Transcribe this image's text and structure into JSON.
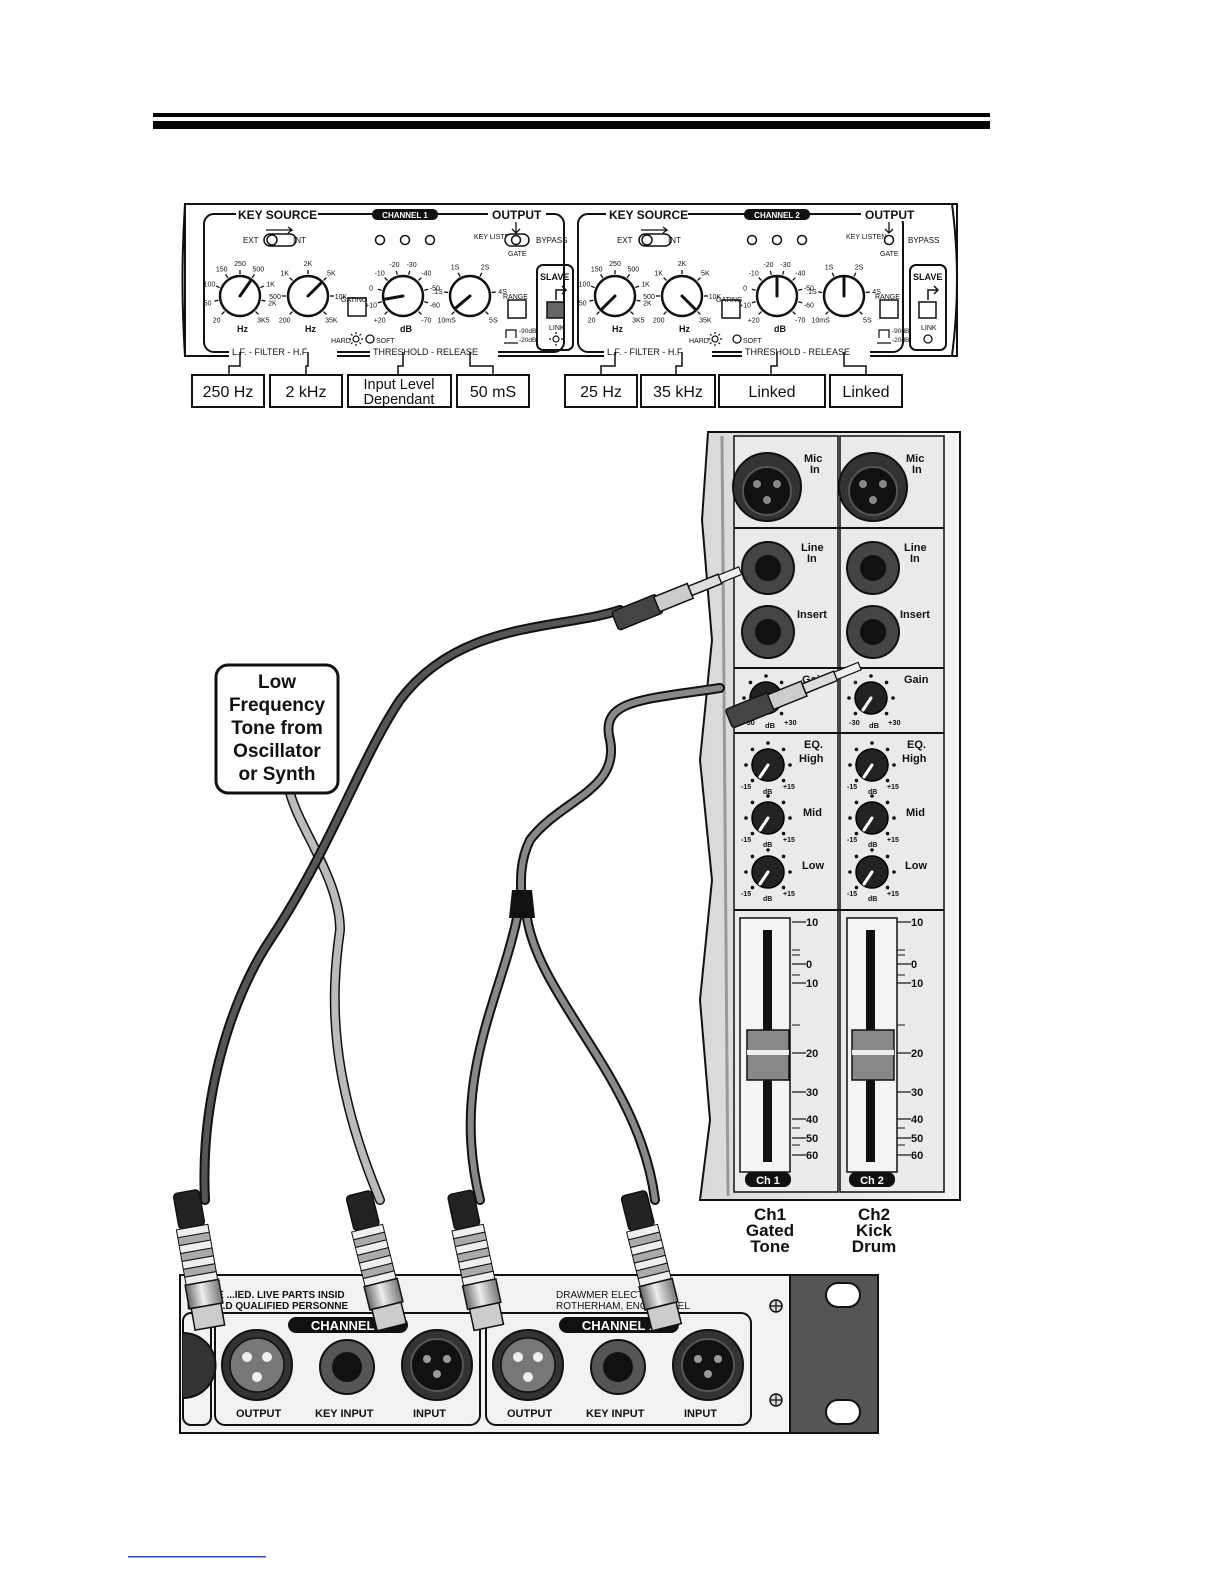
{
  "front_panel": {
    "ch1": {
      "title": "CHANNEL 1",
      "key_source": "KEY SOURCE",
      "output": "OUTPUT",
      "ext": "EXT",
      "int": "INT",
      "key_listen": "KEY LISTEN",
      "bypass": "BYPASS",
      "gate": "GATE",
      "gating": "GATING",
      "range": "RANGE",
      "slave": "SLAVE",
      "link": "LINK",
      "hard": "HARD",
      "soft": "SOFT",
      "hz": "Hz",
      "db": "dB",
      "filter_label": "L.F. - FILTER - H.F.",
      "thr_label": "THRESHOLD - RELEASE",
      "range_90": "-90dB",
      "range_20": "-20dB",
      "lf_scale": [
        "20",
        "50",
        "100",
        "150",
        "250",
        "500",
        "1K",
        "2K",
        "3K5"
      ],
      "hf_scale": [
        "200",
        "500",
        "1K",
        "2K",
        "5K",
        "10K",
        "35K"
      ],
      "thr_scale": [
        "+20",
        "+10",
        "0",
        "-10",
        "-20",
        "-30",
        "-40",
        "-50",
        "-60",
        "-70"
      ],
      "rel_scale": [
        "10mS",
        ".1S",
        "1S",
        "2S",
        "4S",
        "5S"
      ]
    },
    "ch2": {
      "title": "CHANNEL 2"
    }
  },
  "settings": {
    "ch1_lf": "250 Hz",
    "ch1_hf": "2 kHz",
    "ch1_threshold_1": "Input Level",
    "ch1_threshold_2": "Dependant",
    "ch1_release": "50 mS",
    "ch2_lf": "25 Hz",
    "ch2_hf": "35 kHz",
    "ch2_threshold": "Linked",
    "ch2_release": "Linked"
  },
  "source_box": {
    "line1": "Low",
    "line2": "Frequency",
    "line3": "Tone from",
    "line4": "Oscillator",
    "line5": "or Synth"
  },
  "mixer": {
    "mic_in_1": "Mic",
    "mic_in_2": "In",
    "line_in_1": "Line",
    "line_in_2": "In",
    "insert": "Insert",
    "gain": "Gain",
    "gain_min": "-30",
    "gain_max": "+30",
    "db": "dB",
    "eq": "EQ.",
    "high": "High",
    "mid": "Mid",
    "low": "Low",
    "eq_min": "-15",
    "eq_max": "+15",
    "fader_scale": [
      "10",
      "0",
      "10",
      "20",
      "30",
      "40",
      "50",
      "60"
    ],
    "ch1_tag": "Ch 1",
    "ch2_tag": "Ch 2",
    "ch1_caption": [
      "Ch1",
      "Gated",
      "Tone"
    ],
    "ch2_caption": [
      "Ch2",
      "Kick",
      "Drum"
    ]
  },
  "rear_panel": {
    "warning_1": "UST BE ...IED.   LIVE PARTS INSID",
    "warning_2": "ER SE...D QUALIFIED PERSONNE",
    "maker_1": "DRAWMER ELECTRO",
    "maker_2": "ROTHERHAM, ENGLA... BEL",
    "ch2_title": "CHANNEL 2",
    "ch1_title": "CHANNEL 1",
    "output": "OUTPUT",
    "key_input": "KEY INPUT",
    "input": "INPUT"
  }
}
